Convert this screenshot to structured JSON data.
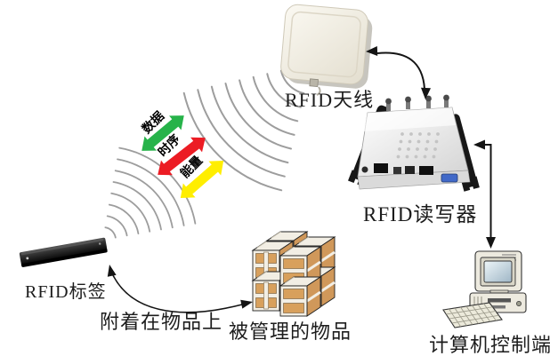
{
  "nodes": {
    "antenna": {
      "label": "RFID天线"
    },
    "reader": {
      "label": "RFID读写器"
    },
    "tag": {
      "label": "RFID标签"
    },
    "items": {
      "label": "被管理的物品"
    },
    "computer": {
      "label": "计算机控制端"
    }
  },
  "annotations": {
    "attach": {
      "label": "附着在物品上"
    }
  },
  "flows": {
    "data": {
      "label": "数据",
      "color": "#27b34a"
    },
    "timing": {
      "label": "时序",
      "color": "#ec1c24"
    },
    "energy": {
      "label": "能量",
      "color": "#ffee00"
    }
  },
  "wave_color": "#9d9d9d",
  "connector_color": "#141414"
}
